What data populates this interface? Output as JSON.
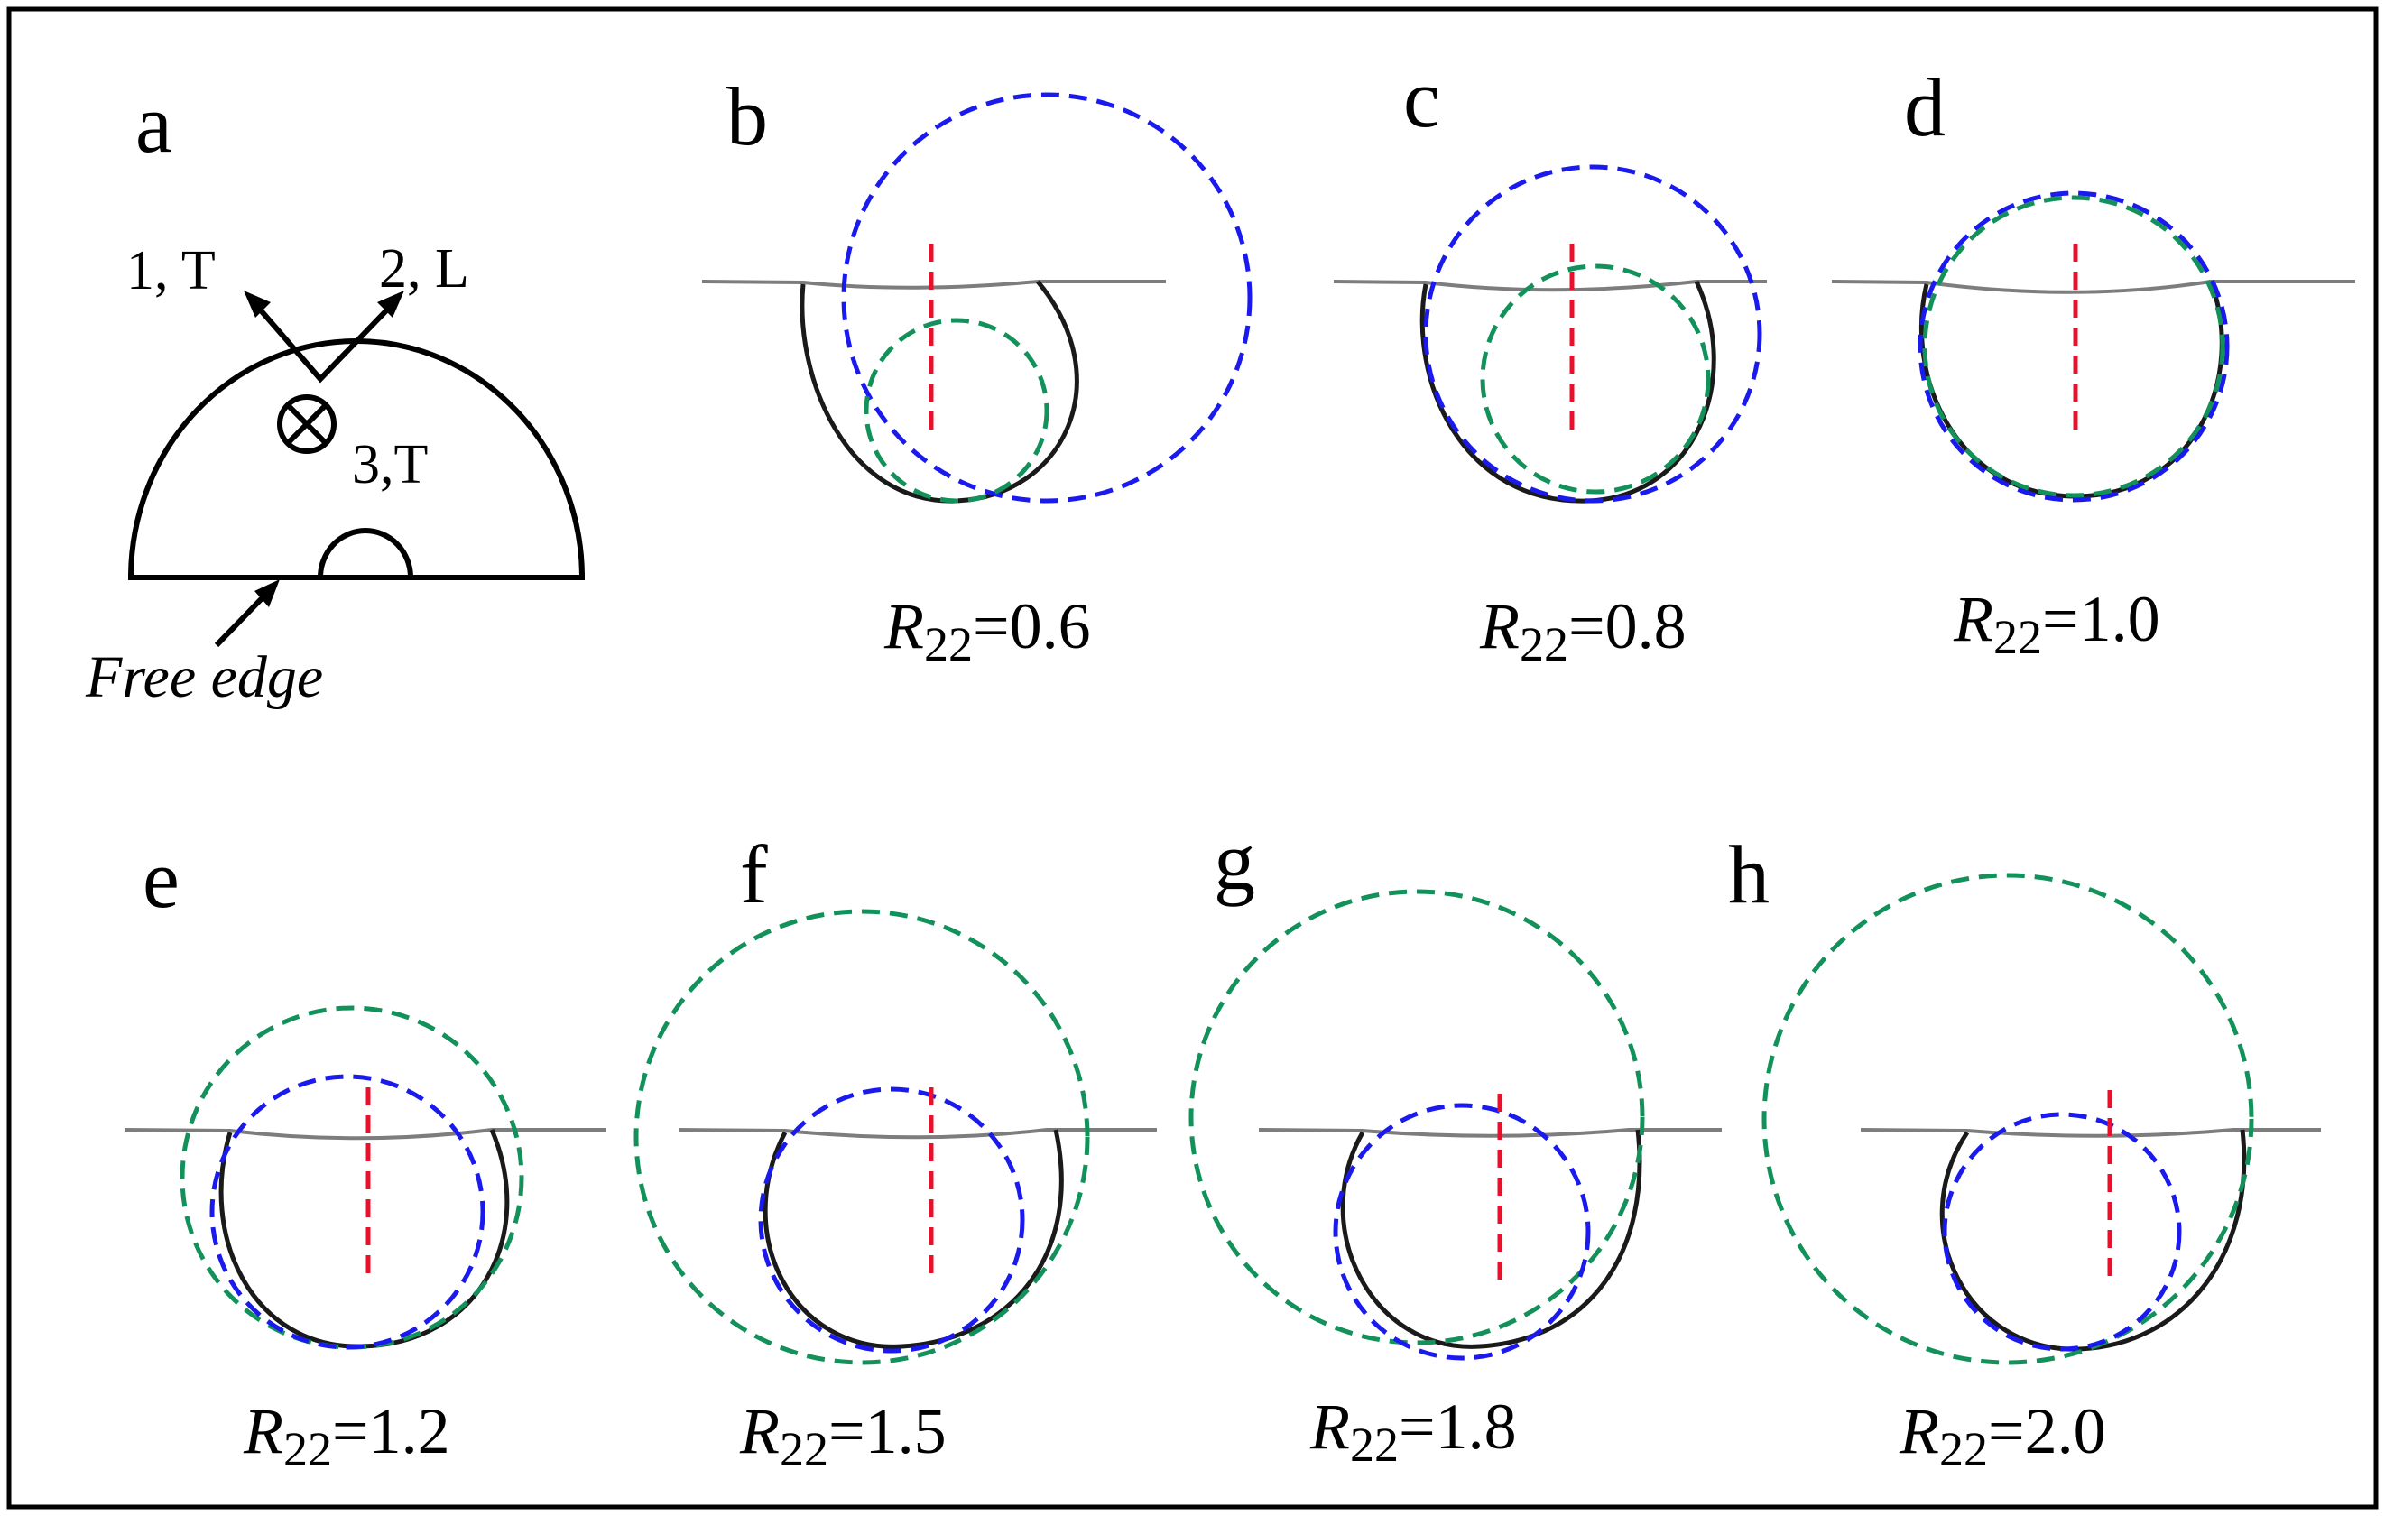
{
  "colors": {
    "fit_circle_blue": "#1a1aee",
    "fit_circle_green": "#13915a",
    "center_line_red": "#e8102a",
    "crack_profile": "#1a1a1a"
  },
  "schematic": {
    "letter": "a",
    "axis1": "1, T",
    "axis2": "2, L",
    "axis3": "3,T",
    "free_edge": "Free edge",
    "out_of_plane_symbol": "circle-times-icon"
  },
  "panels": [
    {
      "letter": "b",
      "caption": {
        "symbol": "R",
        "subscript": "22",
        "value": "=0.6"
      }
    },
    {
      "letter": "c",
      "caption": {
        "symbol": "R",
        "subscript": "22",
        "value": "=0.8"
      }
    },
    {
      "letter": "d",
      "caption": {
        "symbol": "R",
        "subscript": "22",
        "value": "=1.0"
      }
    },
    {
      "letter": "e",
      "caption": {
        "symbol": "R",
        "subscript": "22",
        "value": "=1.2"
      }
    },
    {
      "letter": "f",
      "caption": {
        "symbol": "R",
        "subscript": "22",
        "value": "=1.5"
      }
    },
    {
      "letter": "g",
      "caption": {
        "symbol": "R",
        "subscript": "22",
        "value": "=1.8"
      }
    },
    {
      "letter": "h",
      "caption": {
        "symbol": "R",
        "subscript": "22",
        "value": "=2.0"
      }
    }
  ]
}
